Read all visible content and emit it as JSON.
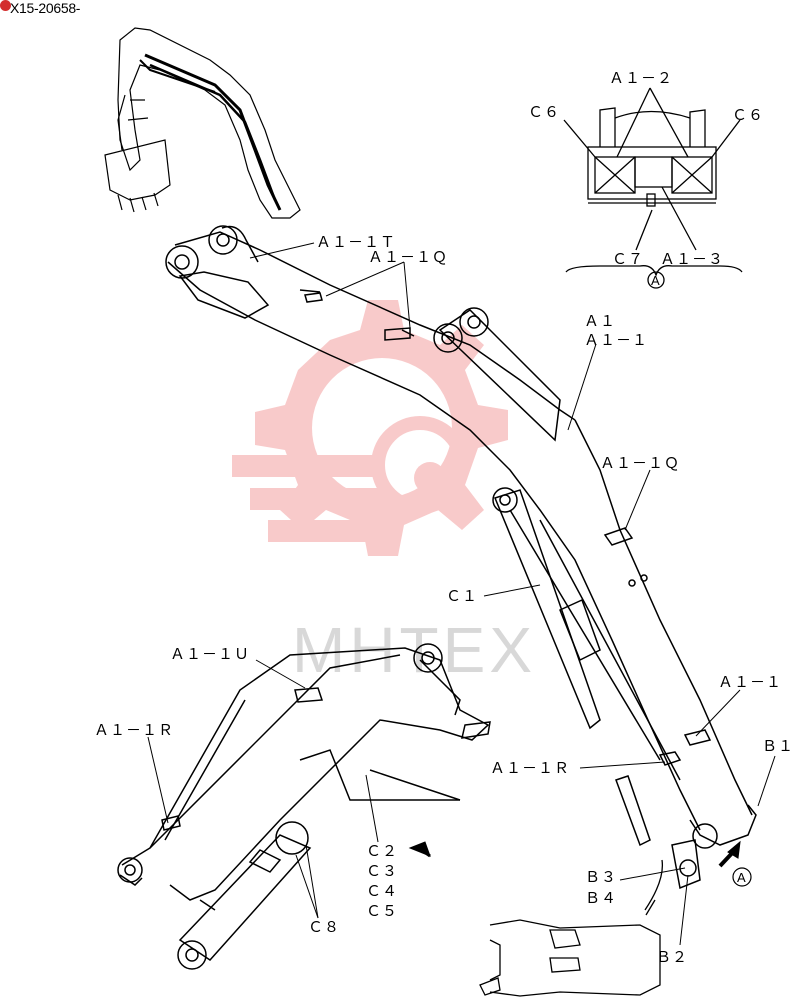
{
  "document": {
    "id": "X15-20658-"
  },
  "watermark": {
    "text": "MHTEX",
    "logo_color": "#f4a0a0"
  },
  "labels": {
    "A1_2": "Ａ１－２",
    "C6_left": "Ｃ６",
    "C6_right": "Ｃ６",
    "C7": "Ｃ７",
    "A1_3": "Ａ１－３",
    "section_A_top": "A",
    "A1_1T": "Ａ１－１Ｔ",
    "A1_1Q_top": "Ａ１－１Ｑ",
    "A1": "Ａ１",
    "A1_1_top": "Ａ１－１",
    "A1_1Q_right": "Ａ１－１Ｑ",
    "C1": "Ｃ１",
    "A1_1U": "Ａ１－１Ｕ",
    "A1_1R_left": "Ａ１－１Ｒ",
    "A1_1_right": "Ａ１－１",
    "B1": "Ｂ１",
    "A1_1R_center": "Ａ１－１Ｒ",
    "C2": "Ｃ２",
    "C3": "Ｃ３",
    "C4": "Ｃ４",
    "C5": "Ｃ５",
    "B3": "Ｂ３",
    "B4": "Ｂ４",
    "section_A_bottom": "A",
    "C8": "Ｃ８",
    "B2": "Ｂ２"
  }
}
